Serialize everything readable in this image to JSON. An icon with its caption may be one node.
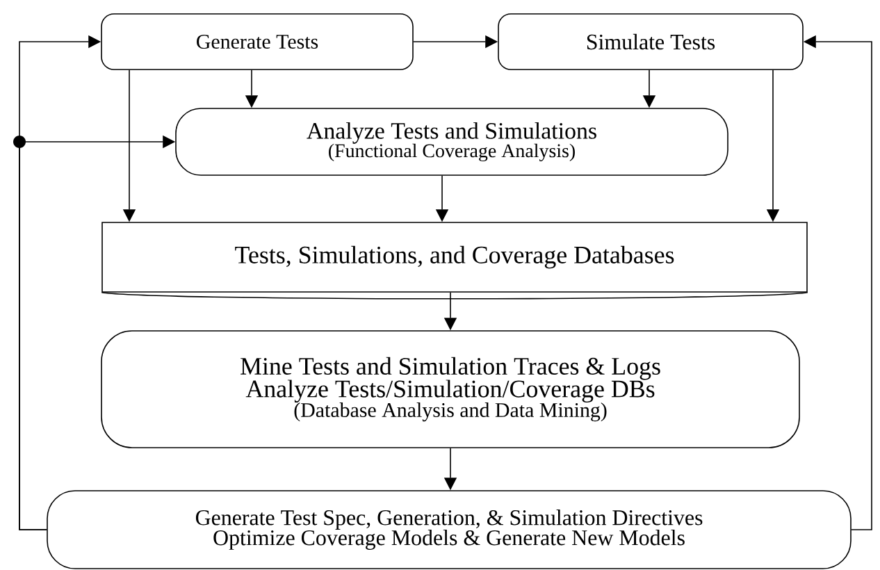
{
  "diagram": {
    "nodes": [
      {
        "text": [
          "Generate Tests"
        ]
      },
      {
        "text": [
          "Simulate Tests"
        ]
      },
      {
        "text": [
          "Analyze Tests and Simulations",
          "(Functional Coverage Analysis)"
        ]
      },
      {
        "text": [
          "Tests, Simulations, and Coverage Databases"
        ]
      },
      {
        "text": [
          "Mine Tests and Simulation Traces & Logs",
          "Analyze Tests/Simulation/Coverage DBs",
          "(Database Analysis and Data Mining)"
        ]
      },
      {
        "text": [
          "Generate Test Spec, Generation, & Simulation Directives",
          "Optimize Coverage Models & Generate New Models"
        ]
      }
    ],
    "edges": [
      {
        "from": 0,
        "to": 1,
        "arrow": "to"
      },
      {
        "from": 5,
        "to": 0,
        "arrow": "to"
      },
      {
        "from": 5,
        "to": 2,
        "arrow": "to"
      },
      {
        "from": 5,
        "to": 1,
        "arrow": "to"
      },
      {
        "from": 0,
        "to": 2,
        "arrow": "to"
      },
      {
        "from": 1,
        "to": 2,
        "arrow": "to"
      },
      {
        "from": 0,
        "to": 3,
        "arrow": "to"
      },
      {
        "from": 2,
        "to": 3,
        "arrow": "to"
      },
      {
        "from": 1,
        "to": 3,
        "arrow": "to"
      },
      {
        "from": 3,
        "to": 4,
        "arrow": "to"
      },
      {
        "from": 4,
        "to": 5,
        "arrow": "to"
      }
    ]
  }
}
